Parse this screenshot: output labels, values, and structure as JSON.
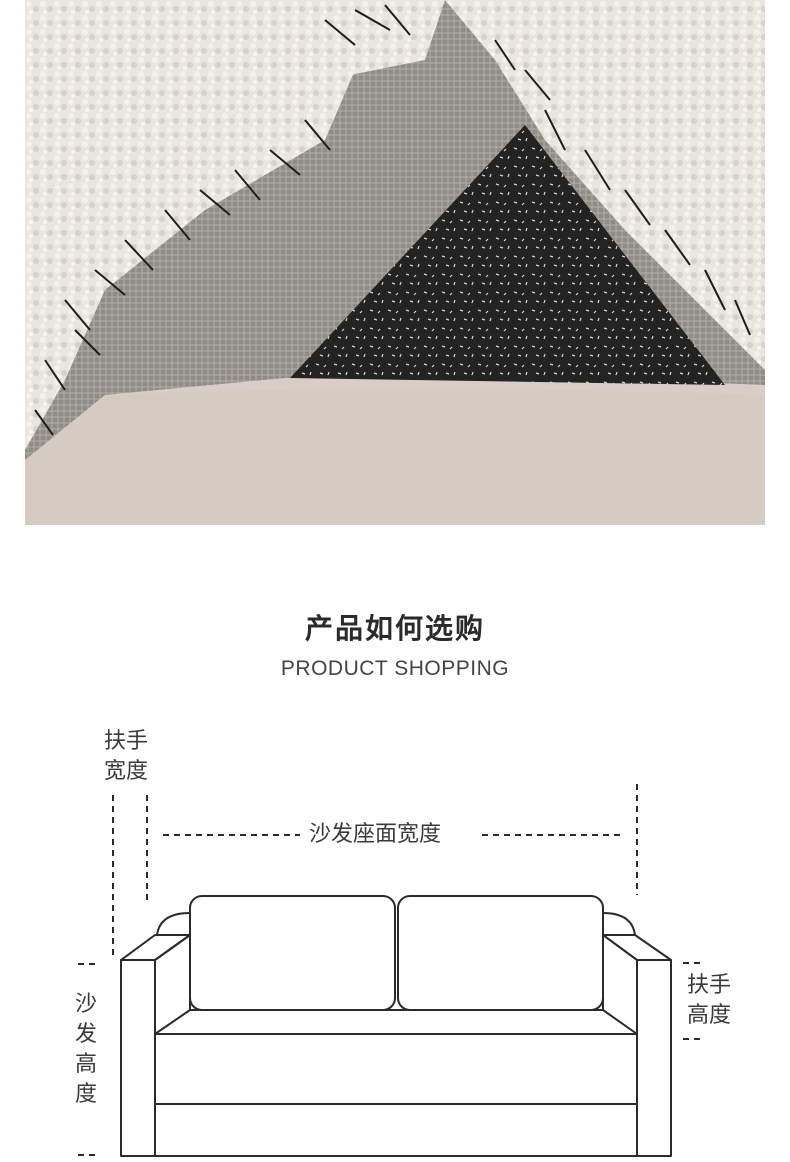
{
  "heading": {
    "title": "产品如何选购",
    "subtitle": "PRODUCT SHOPPING"
  },
  "diagram": {
    "armrest_width_label": [
      "扶手",
      "宽度"
    ],
    "seat_width_label": "沙发座面宽度",
    "armrest_height_label": [
      "扶手",
      "高度"
    ],
    "sofa_height_label": [
      "沙",
      "发",
      "高",
      "度"
    ]
  },
  "colors": {
    "rug_light": "#e6e2dc",
    "rug_dark": "#262626",
    "rug_gray": "#8e8b86",
    "floor": "#d8cdc6",
    "line": "#2b2b2b"
  }
}
